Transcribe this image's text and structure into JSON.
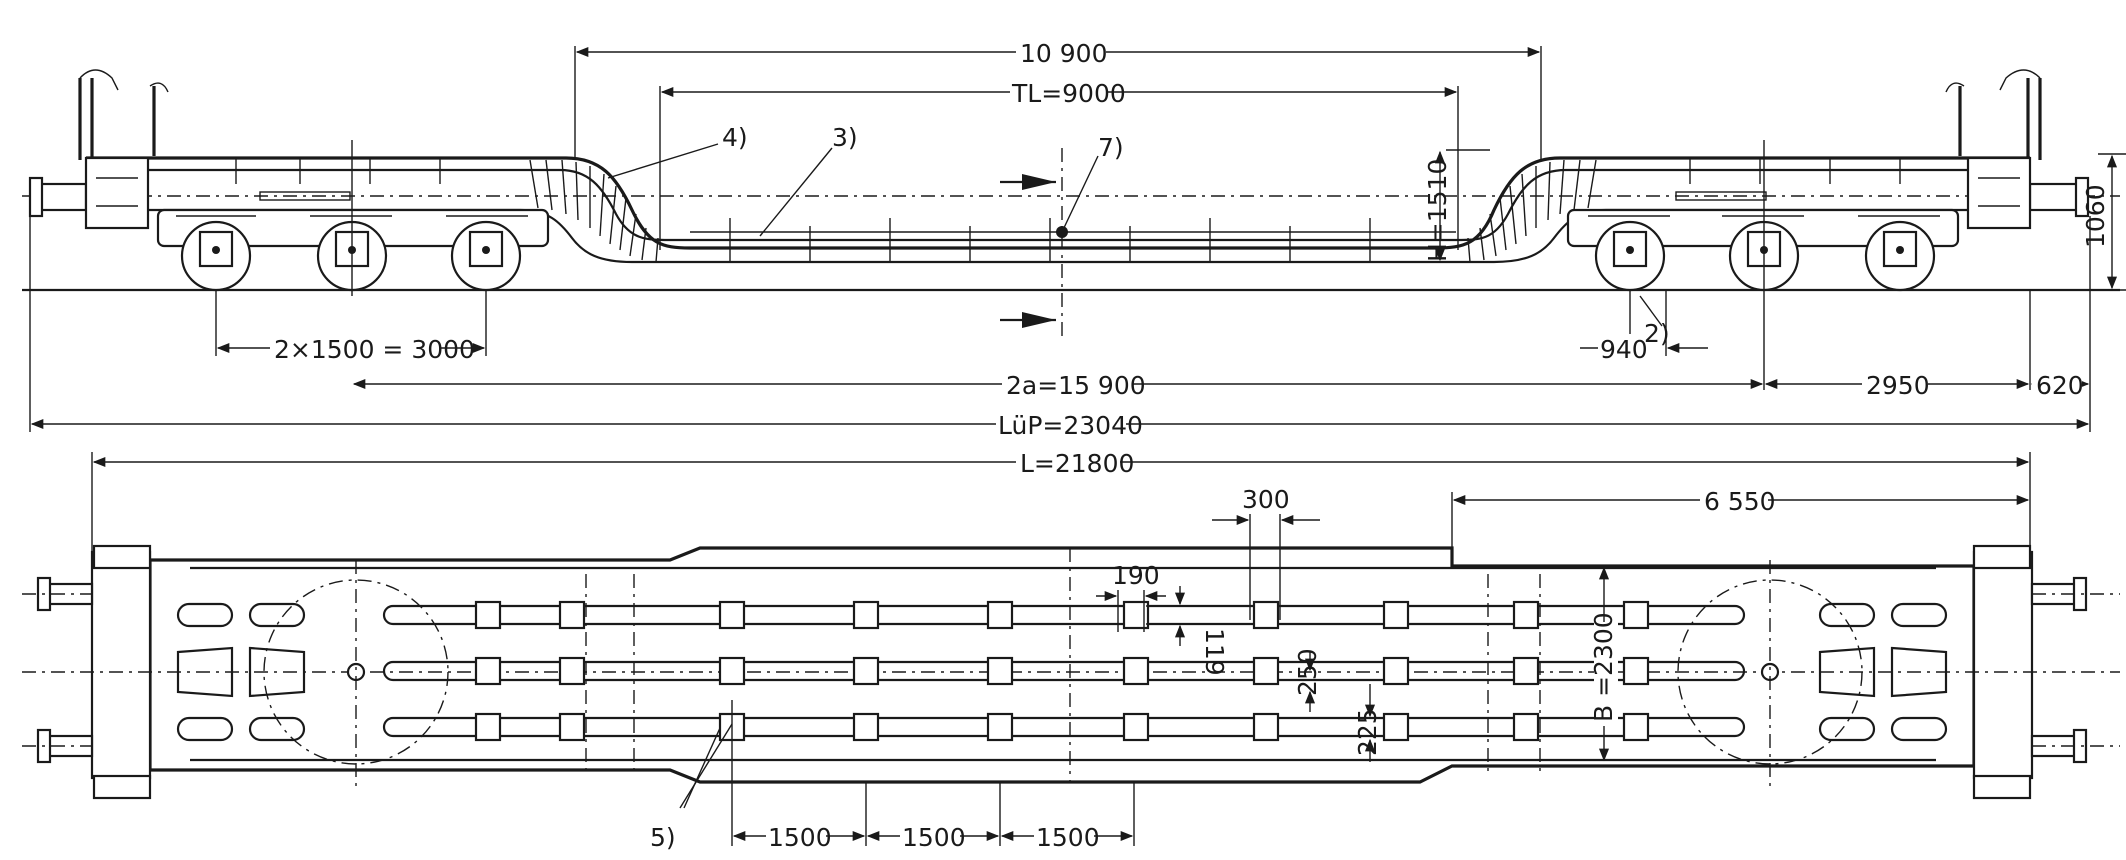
{
  "side_view": {
    "dimensions": {
      "length_10900": "10 900",
      "tl": "TL=9000",
      "axle_spacing": "2×1500 = 3000",
      "height": "H=1510",
      "buffer_height": "1060",
      "d940": "940",
      "bogie_pivot": "2a=15 900",
      "d2950": "2950",
      "d620": "620",
      "lup": "LüP=23040"
    },
    "callouts": {
      "c4": "4)",
      "c3": "3)",
      "c7": "7)",
      "c2": "2)"
    }
  },
  "top_view": {
    "dimensions": {
      "length": "L=21800",
      "d6550": "6 550",
      "d300": "300",
      "d190": "190",
      "d119": "119",
      "d250": "250",
      "d225": "225",
      "width": "B =2300",
      "spacing_1": "1500",
      "spacing_2": "1500",
      "spacing_3": "1500"
    },
    "callouts": {
      "c5": "5)"
    }
  }
}
